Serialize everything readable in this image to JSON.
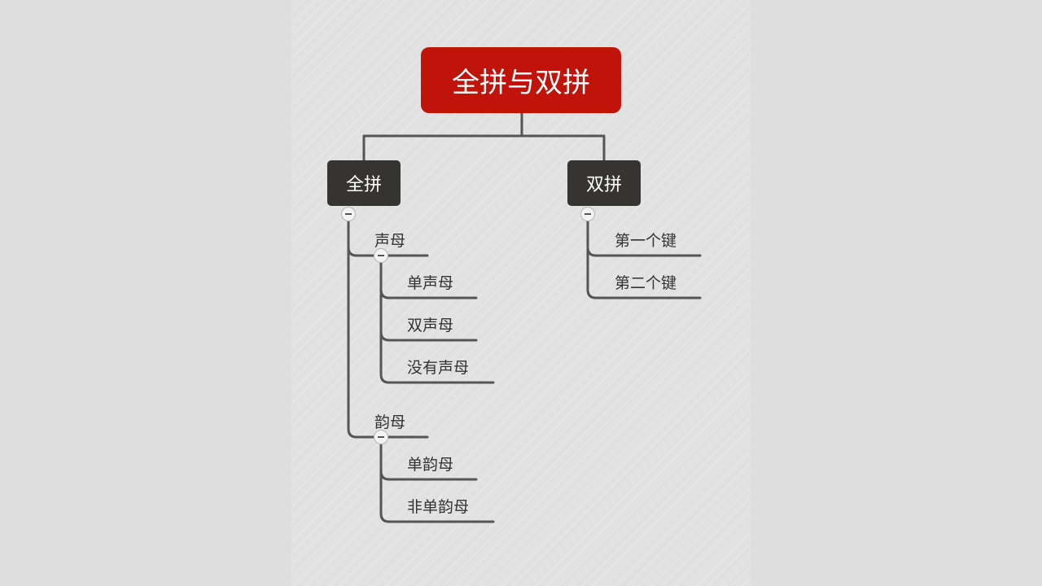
{
  "colors": {
    "root_fill": "#c0140b",
    "main_fill": "#353431",
    "line": "#555555"
  },
  "mindmap": {
    "root": {
      "label": "全拼与双拼"
    },
    "quanpin": {
      "label": "全拼",
      "shengmu": {
        "label": "声母",
        "children": [
          "单声母",
          "双声母",
          "没有声母"
        ]
      },
      "yunmu": {
        "label": "韵母",
        "children": [
          "单韵母",
          "非单韵母"
        ]
      }
    },
    "shuangpin": {
      "label": "双拼",
      "children": [
        "第一个键",
        "第二个键"
      ]
    }
  }
}
